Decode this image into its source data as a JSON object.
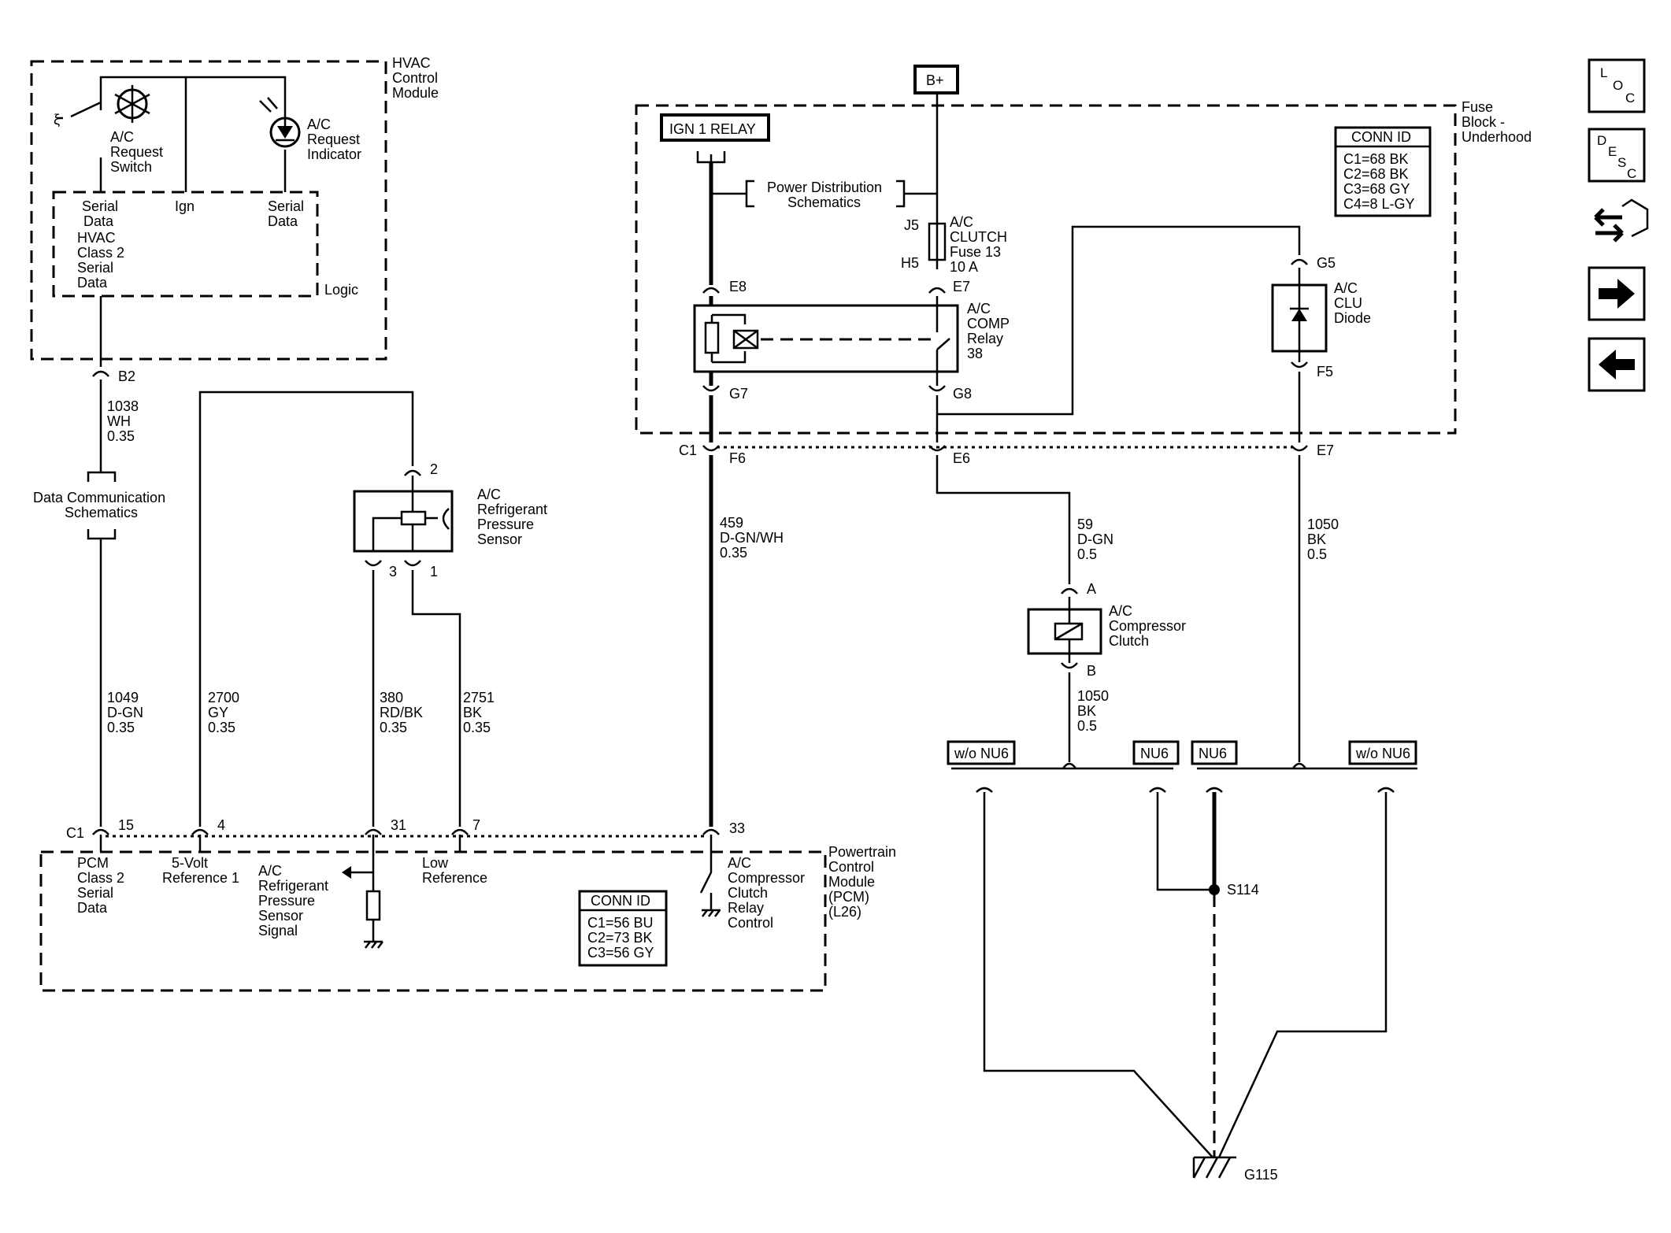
{
  "hvac": {
    "module_title": [
      "HVAC",
      "Control",
      "Module"
    ],
    "request_switch": [
      "A/C",
      "Request",
      "Switch"
    ],
    "request_indicator": [
      "A/C",
      "Request",
      "Indicator"
    ],
    "pin_serial_data_left": [
      "Serial",
      "Data"
    ],
    "pin_ign": "Ign",
    "pin_serial_data_right": [
      "Serial",
      "Data"
    ],
    "class2": [
      "HVAC",
      "Class 2",
      "Serial",
      "Data"
    ],
    "logic": "Logic",
    "connector_b2": "B2"
  },
  "fuse_block": {
    "title": [
      "Fuse",
      "Block -",
      "Underhood"
    ],
    "b_plus": "B+",
    "ign_relay": "IGN 1 RELAY",
    "power_distribution": [
      "Power Distribution",
      "Schematics"
    ],
    "fuse": [
      "A/C",
      "CLUTCH",
      "Fuse 13",
      "10 A"
    ],
    "pin_j5": "J5",
    "pin_h5": "H5",
    "pin_e8": "E8",
    "pin_e7": "E7",
    "relay": [
      "A/C",
      "COMP",
      "Relay",
      "38"
    ],
    "pin_g7": "G7",
    "pin_g8": "G8",
    "pin_g5": "G5",
    "pin_f5": "F5",
    "diode": [
      "A/C",
      "CLU",
      "Diode"
    ],
    "conn_id_title": "CONN ID",
    "conn_id": [
      "C1=68 BK",
      "C2=68 BK",
      "C3=68 GY",
      "C4=8 L-GY"
    ],
    "c1": "C1",
    "pin_f6": "F6",
    "pin_e6": "E6",
    "pin_e7b": "E7"
  },
  "wires": {
    "w1038": [
      "1038",
      "WH",
      "0.35"
    ],
    "w1049": [
      "1049",
      "D-GN",
      "0.35"
    ],
    "w2700": [
      "2700",
      "GY",
      "0.35"
    ],
    "w380": [
      "380",
      "RD/BK",
      "0.35"
    ],
    "w2751": [
      "2751",
      "BK",
      "0.35"
    ],
    "w459": [
      "459",
      "D-GN/WH",
      "0.35"
    ],
    "w59": [
      "59",
      "D-GN",
      "0.5"
    ],
    "w1050a": [
      "1050",
      "BK",
      "0.5"
    ],
    "w1050b": [
      "1050",
      "BK",
      "0.5"
    ]
  },
  "data_comm": [
    "Data Communication",
    "Schematics"
  ],
  "sensor": {
    "name": [
      "A/C",
      "Refrigerant",
      "Pressure",
      "Sensor"
    ],
    "pin2": "2",
    "pin3": "3",
    "pin1": "1"
  },
  "clutch": {
    "name": [
      "A/C",
      "Compressor",
      "Clutch"
    ],
    "pin_a": "A",
    "pin_b": "B"
  },
  "options": {
    "wo_nu6_left": "w/o NU6",
    "nu6_left": "NU6",
    "nu6_right": "NU6",
    "wo_nu6_right": "w/o NU6"
  },
  "splice": "S114",
  "ground": "G115",
  "pcm": {
    "c1": "C1",
    "pin15": "15",
    "pin4": "4",
    "pin31": "31",
    "pin7": "7",
    "pin33": "33",
    "class2": [
      "PCM",
      "Class 2",
      "Serial",
      "Data"
    ],
    "five_volt": [
      "5-Volt",
      "Reference 1"
    ],
    "sensor_signal": [
      "A/C",
      "Refrigerant",
      "Pressure",
      "Sensor",
      "Signal"
    ],
    "low_ref": [
      "Low",
      "Reference"
    ],
    "relay_control": [
      "A/C",
      "Compressor",
      "Clutch",
      "Relay",
      "Control"
    ],
    "title": [
      "Powertrain",
      "Control",
      "Module",
      "(PCM)",
      "(L26)"
    ],
    "conn_id_title": "CONN ID",
    "conn_id": [
      "C1=56 BU",
      "C2=73 BK",
      "C3=56 GY"
    ]
  },
  "nav": {
    "loc": [
      "L",
      "O",
      "C"
    ],
    "desc": [
      "D",
      "E",
      "S",
      "C"
    ],
    "loc_icon": "loc-icon",
    "desc_icon": "desc-icon",
    "swap_icon": "connector-swap-icon",
    "next_icon": "arrow-right-icon",
    "prev_icon": "arrow-left-icon"
  }
}
